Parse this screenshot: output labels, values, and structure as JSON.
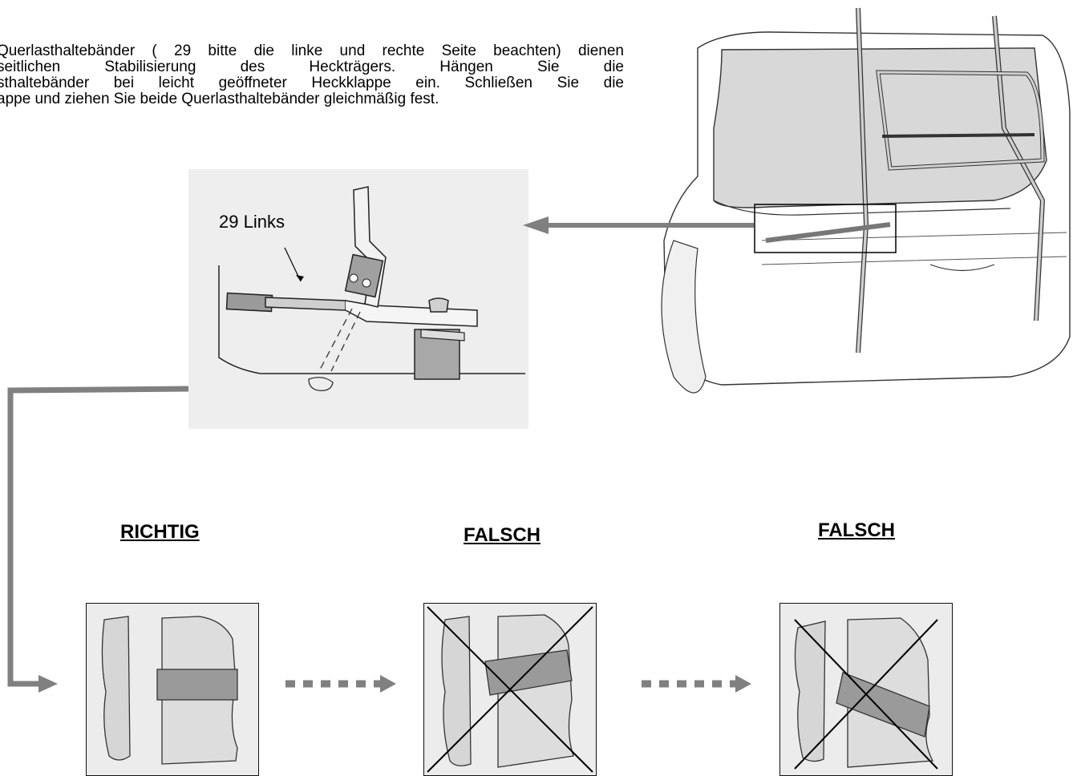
{
  "intro": {
    "lines": [
      "Querlasthaltebänder ( 29 bitte die linke und rechte Seite beachten) dienen",
      "seitlichen Stabilisierung des Heckträgers. Hängen Sie die",
      "sthaltebänder bei leicht geöffneter Heckklappe ein. Schließen Sie die",
      "appe und ziehen Sie beide Querlasthaltebänder gleichmäßig fest."
    ]
  },
  "detail": {
    "label": "29 Links"
  },
  "headings": {
    "correct": "RICHTIG",
    "wrong_1": "FALSCH",
    "wrong_2": "FALSCH"
  },
  "colors": {
    "arrow": "#808080",
    "panel_bg": "#ececec",
    "strap": "#9a9a9a"
  }
}
